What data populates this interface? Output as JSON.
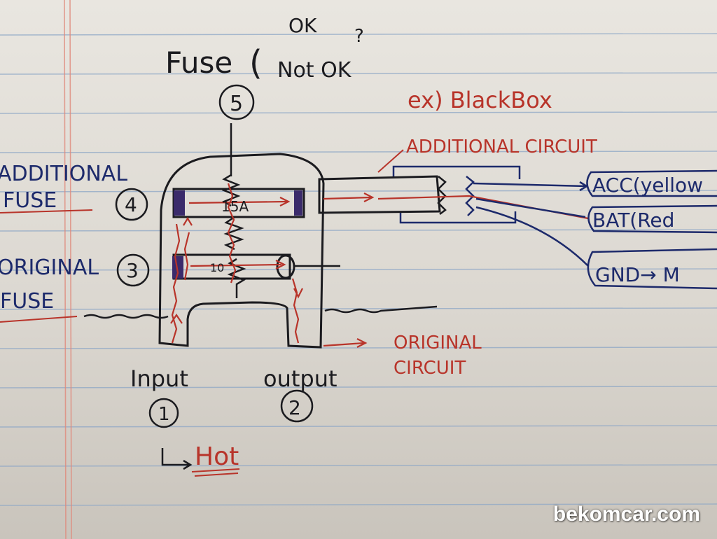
{
  "labels": {
    "ok": "OK",
    "question": "?",
    "fuse_word": "Fuse",
    "not_ok": "Not OK",
    "num_5": "5",
    "blackbox": "ex) BlackBox",
    "additional_circuit": "ADDITIONAL CIRCUIT",
    "additional_fuse_1": "ADDITIONAL",
    "additional_fuse_2": "FUSE",
    "num_4": "4",
    "original_fuse_1": "ORIGINAL",
    "original_fuse_2": "FUSE",
    "num_3": "3",
    "amp_upper": "15A",
    "amp_lower": "10",
    "acc": "ACC(yellow",
    "bat": "BAT(Red",
    "gnd": "GND→ M",
    "original_circuit_1": "ORIGINAL",
    "original_circuit_2": "CIRCUIT",
    "input": "Input",
    "num_1": "1",
    "output": "output",
    "num_2": "2",
    "hot": "Hot"
  },
  "watermark": "bekomcar.com",
  "colors": {
    "blue_ink": "#1d2a6b",
    "black_ink": "#1b1b1f",
    "red_ink": "#b8342a",
    "rule_line": "#8ea7c6",
    "margin_line": "#e08a7c"
  }
}
